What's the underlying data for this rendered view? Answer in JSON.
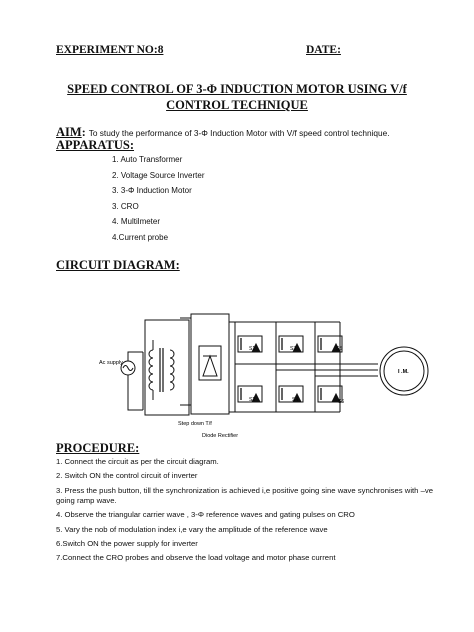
{
  "header": {
    "experiment": "EXPERIMENT NO:8",
    "date": "DATE:"
  },
  "title_line1": "SPEED CONTROL OF 3-Φ INDUCTION MOTOR USING V/f",
  "title_line2": "CONTROL TECHNIQUE",
  "aim": {
    "label": "AIM",
    "colon": ":",
    "text": "To study the performance of 3-Φ Induction Motor with V/f speed control technique."
  },
  "apparatus": {
    "heading": "APPARATUS:",
    "items": [
      "1. Auto Transformer",
      "2. Voltage Source Inverter",
      "3. 3-Φ Induction Motor",
      "3. CRO",
      "4. Multilmeter",
      "4.Current probe"
    ]
  },
  "circuit": {
    "heading": "CIRCUIT DIAGRAM:",
    "labels": {
      "ac_supply": "Ac supply",
      "step_down": "Step down T/f",
      "diode_rectifier": "Diode Rectifier",
      "motor": "I .M.",
      "s1": "S1",
      "s2": "S2",
      "s3": "S3",
      "s4": "S4",
      "s5": "S5",
      "s6": "S6"
    }
  },
  "procedure": {
    "heading": "PROCEDURE:",
    "steps": [
      "1. Connect the circuit as per the circuit diagram.",
      "2. Switch ON the control circuit of inverter",
      "3. Press the push button, till the synchronization is achieved i,e positive going sine wave synchronises with –ve going ramp wave.",
      "4. Observe the triangular carrier wave , 3-Φ reference waves and gating pulses on CRO",
      "5. Vary the nob of modulation index i,e vary the amplitude of the reference wave",
      "6.Switch ON the power supply for inverter",
      "7.Connect the CRO probes and observe the load voltage and motor phase current"
    ]
  }
}
